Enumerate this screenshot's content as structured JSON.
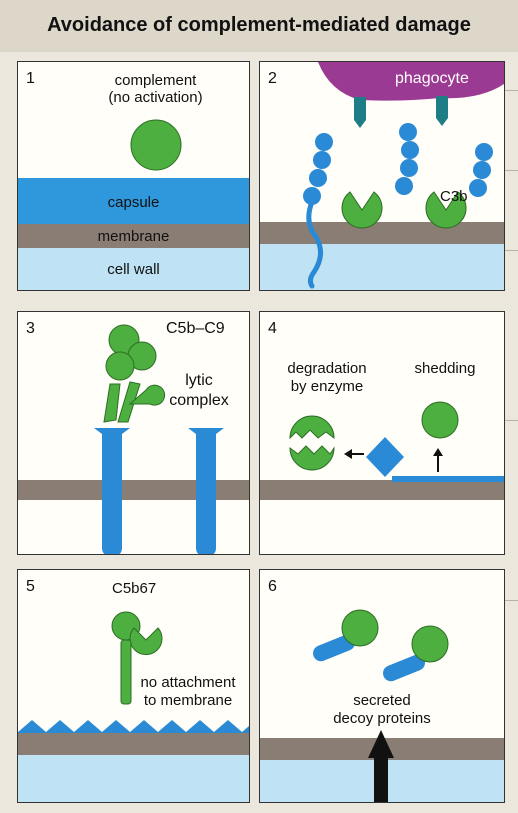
{
  "title": "Avoidance of complement-mediated damage",
  "panels": {
    "p1": {
      "number": "1",
      "complement": "complement",
      "no_activation": "(no activation)",
      "capsule": "capsule",
      "membrane": "membrane",
      "cell_wall": "cell wall"
    },
    "p2": {
      "number": "2",
      "phagocyte": "phagocyte",
      "c3b": "C3b"
    },
    "p3": {
      "number": "3",
      "c5b_c9": "C5b–C9",
      "lytic": "lytic",
      "complex": "complex"
    },
    "p4": {
      "number": "4",
      "degradation": "degradation",
      "by_enzyme": "by enzyme",
      "shedding": "shedding"
    },
    "p5": {
      "number": "5",
      "c5b67": "C5b67",
      "no_attachment": "no attachment",
      "to_membrane": "to membrane"
    },
    "p6": {
      "number": "6",
      "secreted": "secreted",
      "decoy_proteins": "decoy proteins"
    }
  },
  "colors": {
    "green": "#4caf3f",
    "blue": "#2a8ad6",
    "capsule_blue": "#2f98dc",
    "membrane_brown": "#8a7e74",
    "cell_wall_light": "#bfe2f5",
    "phagocyte_purple": "#9b3a93",
    "receptor_teal": "#1f7d86"
  }
}
